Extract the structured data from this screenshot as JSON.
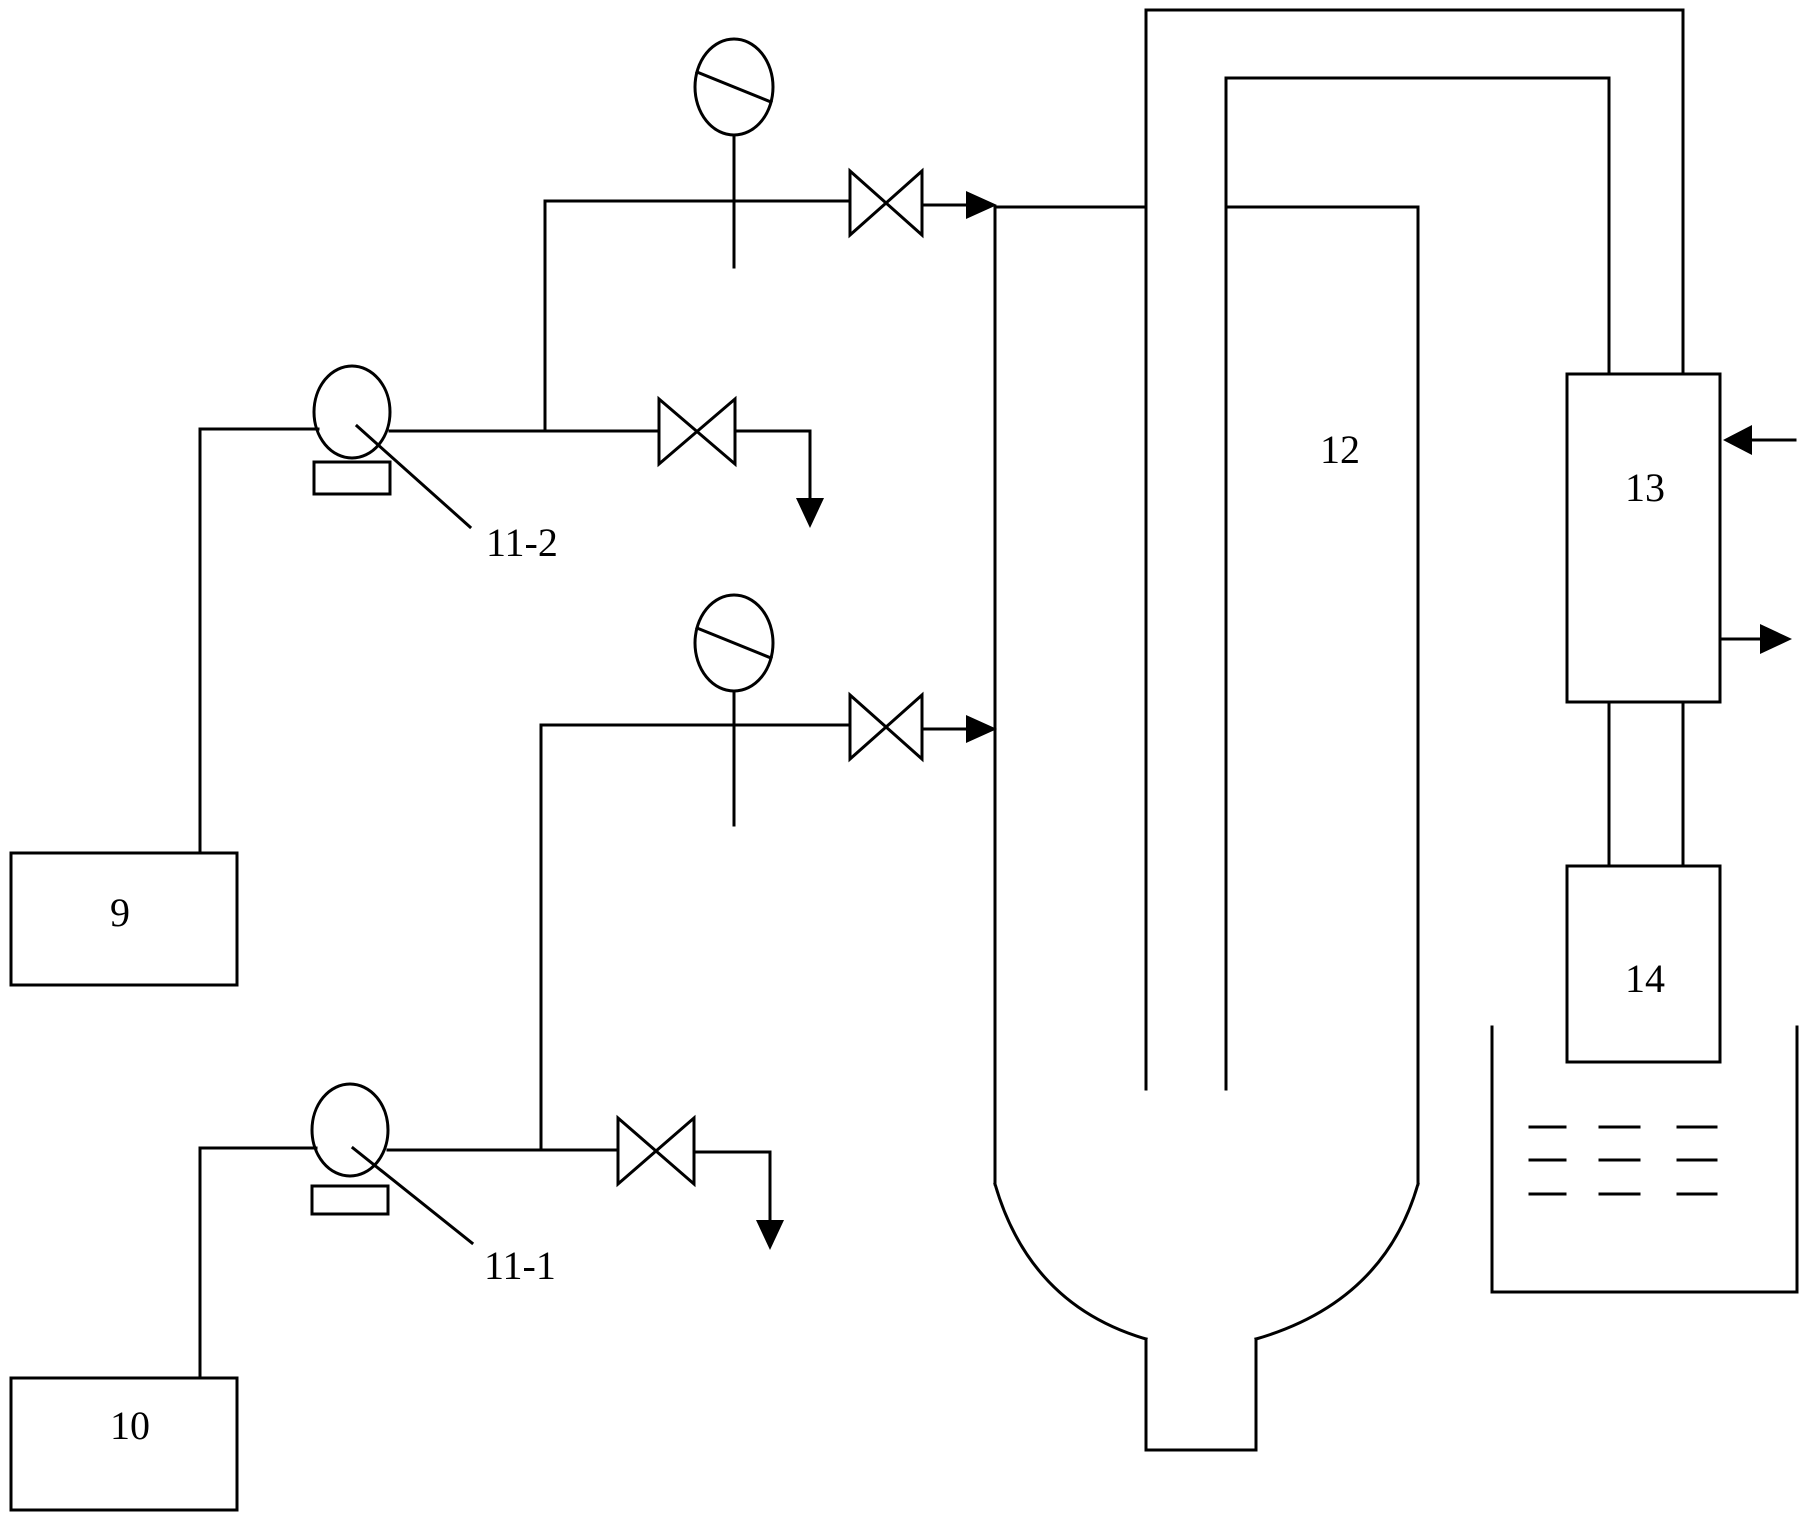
{
  "labels": {
    "tank_9": "9",
    "tank_10": "10",
    "pump_upper": "11-2",
    "pump_lower": "11-1",
    "reactor": "12",
    "condenser": "13",
    "collector": "14"
  }
}
